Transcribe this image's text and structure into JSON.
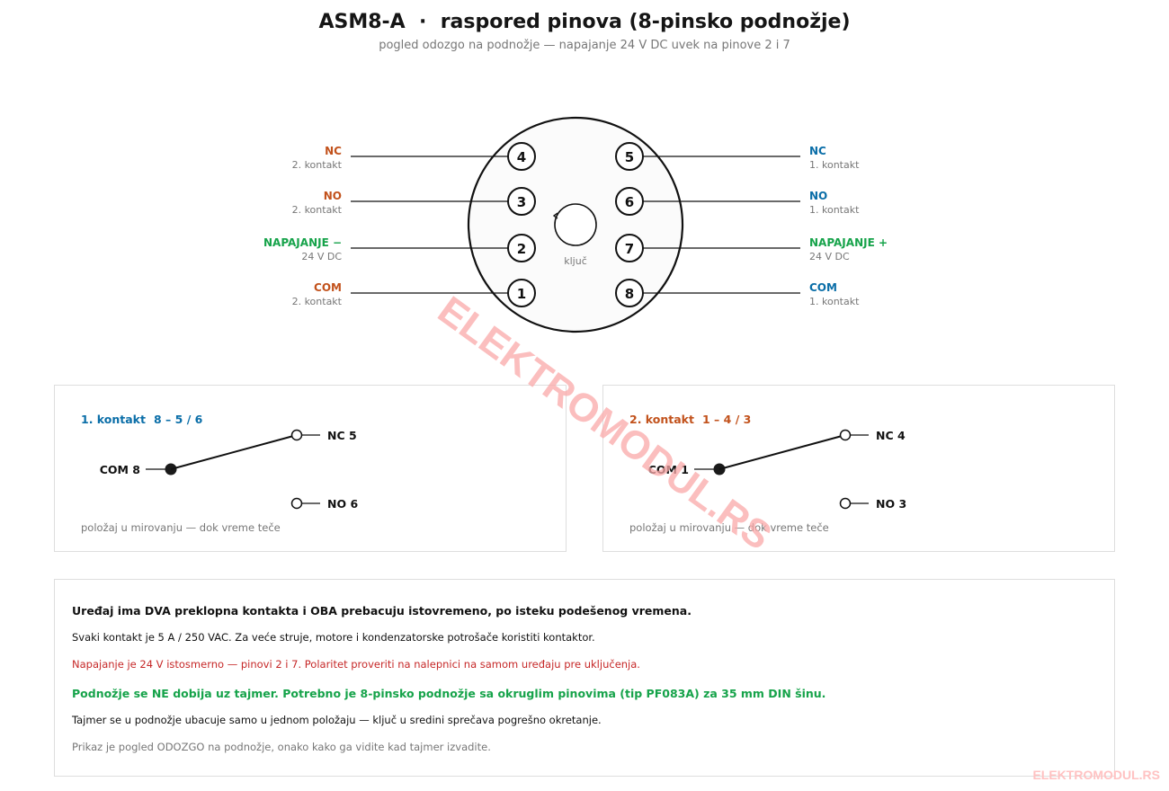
{
  "header": {
    "title": "ASM8-A  ·  raspored pinova (8-pinsko podnožje)",
    "subtitle": "pogled odozgo na podnožje — napajanje 24 V DC uvek na pinove 2 i 7"
  },
  "socket": {
    "key_label": "ključ",
    "left_pins": [
      {
        "pin": "4",
        "name": "NC",
        "sub": "2. kontakt",
        "role": "contact2"
      },
      {
        "pin": "3",
        "name": "NO",
        "sub": "2. kontakt",
        "role": "contact2"
      },
      {
        "pin": "2",
        "name": "NAPAJANJE  −",
        "sub": "24 V DC",
        "role": "power"
      },
      {
        "pin": "1",
        "name": "COM",
        "sub": "2. kontakt",
        "role": "contact2"
      }
    ],
    "right_pins": [
      {
        "pin": "5",
        "name": "NC",
        "sub": "1. kontakt",
        "role": "contact1"
      },
      {
        "pin": "6",
        "name": "NO",
        "sub": "1. kontakt",
        "role": "contact1"
      },
      {
        "pin": "7",
        "name": "NAPAJANJE  +",
        "sub": "24 V DC",
        "role": "power"
      },
      {
        "pin": "8",
        "name": "COM",
        "sub": "1. kontakt",
        "role": "contact1"
      }
    ]
  },
  "contacts": [
    {
      "title": "1. kontakt",
      "pins": "8 – 5 / 6",
      "com": "COM  8",
      "nc": "NC  5",
      "no": "NO  6",
      "caption": "položaj u mirovanju — dok vreme teče",
      "role": "contact1"
    },
    {
      "title": "2. kontakt",
      "pins": "1 – 4 / 3",
      "com": "COM  1",
      "nc": "NC  4",
      "no": "NO  3",
      "caption": "položaj u mirovanju — dok vreme teče",
      "role": "contact2"
    }
  ],
  "notes": [
    {
      "text": "Uređaj ima DVA preklopna kontakta i OBA prebacuju istovremeno, po isteku podešenog vremena.",
      "style": "bold",
      "color": "#111111"
    },
    {
      "text": "Svaki kontakt je 5 A / 250 VAC. Za veće struje, motore i kondenzatorske potrošače koristiti kontaktor.",
      "style": "normal",
      "color": "#111111"
    },
    {
      "text": "Napajanje je 24 V istosmerno — pinovi 2 i 7. Polaritet proveriti na nalepnici na samom uređaju pre uključenja.",
      "style": "normal",
      "color": "#c62828"
    },
    {
      "text": "Podnožje se NE dobija uz tajmer. Potrebno je 8-pinsko podnožje sa okruglim pinovima (tip PF083A) za 35 mm DIN šinu.",
      "style": "bold",
      "color": "#16a34a"
    },
    {
      "text": "Tajmer se u podnožje ubacuje samo u jednom položaju — ključ u sredini sprečava pogrešno okretanje.",
      "style": "normal",
      "color": "#111111"
    },
    {
      "text": "Prikaz je pogled ODOZGO na podnožje, onako kako ga vidite kad tajmer izvadite.",
      "style": "normal",
      "color": "#777777"
    }
  ],
  "watermark": {
    "diagonal": "ELEKTROMODUL.RS",
    "corner": "ELEKTROMODUL.RS"
  },
  "colors": {
    "contact1": "#0a6ea8",
    "contact2": "#c2521c",
    "power": "#16a34a",
    "sub": "#777777",
    "watermark": "#f9a8a8"
  }
}
